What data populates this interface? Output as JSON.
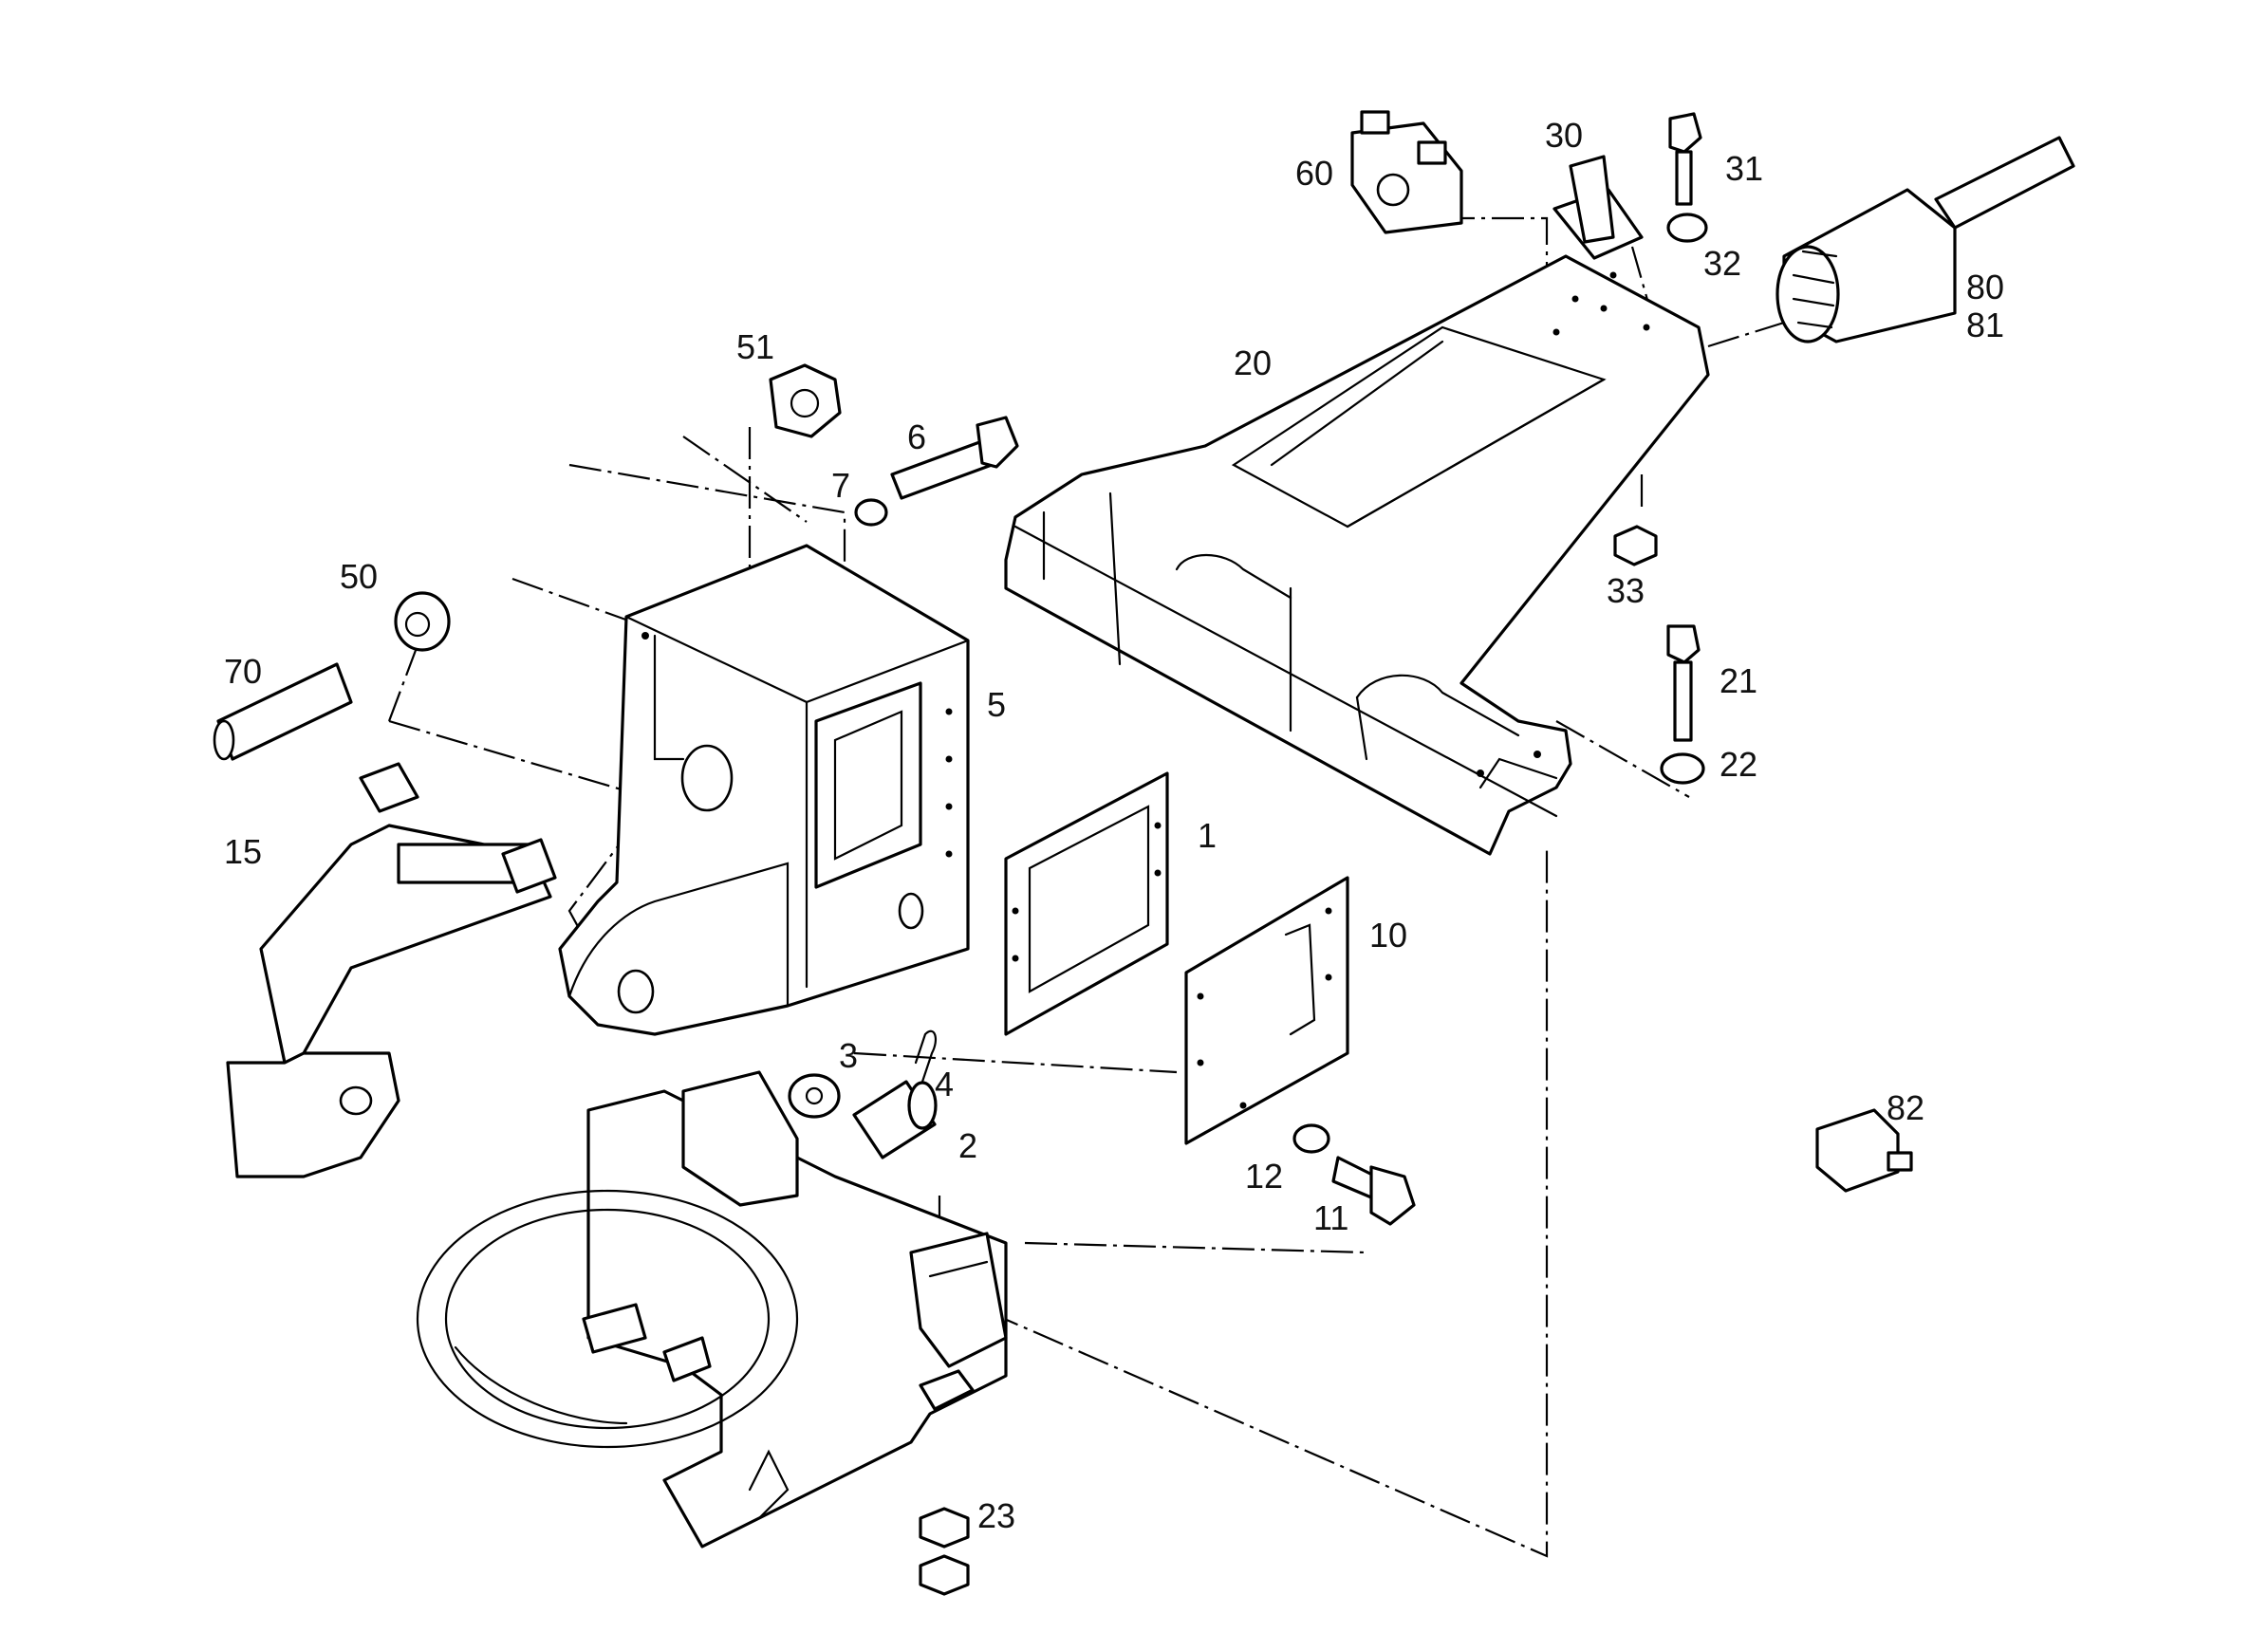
{
  "colors": {
    "ink": "#000000",
    "paper": "#ffffff",
    "label": "#111111"
  },
  "callouts": {
    "c1": "1",
    "c2": "2",
    "c3": "3",
    "c4": "4",
    "c5": "5",
    "c6": "6",
    "c7": "7",
    "c10": "10",
    "c11": "11",
    "c12": "12",
    "c15": "15",
    "c20": "20",
    "c21": "21",
    "c22": "22",
    "c23": "23",
    "c30": "30",
    "c31": "31",
    "c32": "32",
    "c33": "33",
    "c50": "50",
    "c51": "51",
    "c60": "60",
    "c70": "70",
    "c80": "80",
    "c81": "81",
    "c82": "82"
  }
}
